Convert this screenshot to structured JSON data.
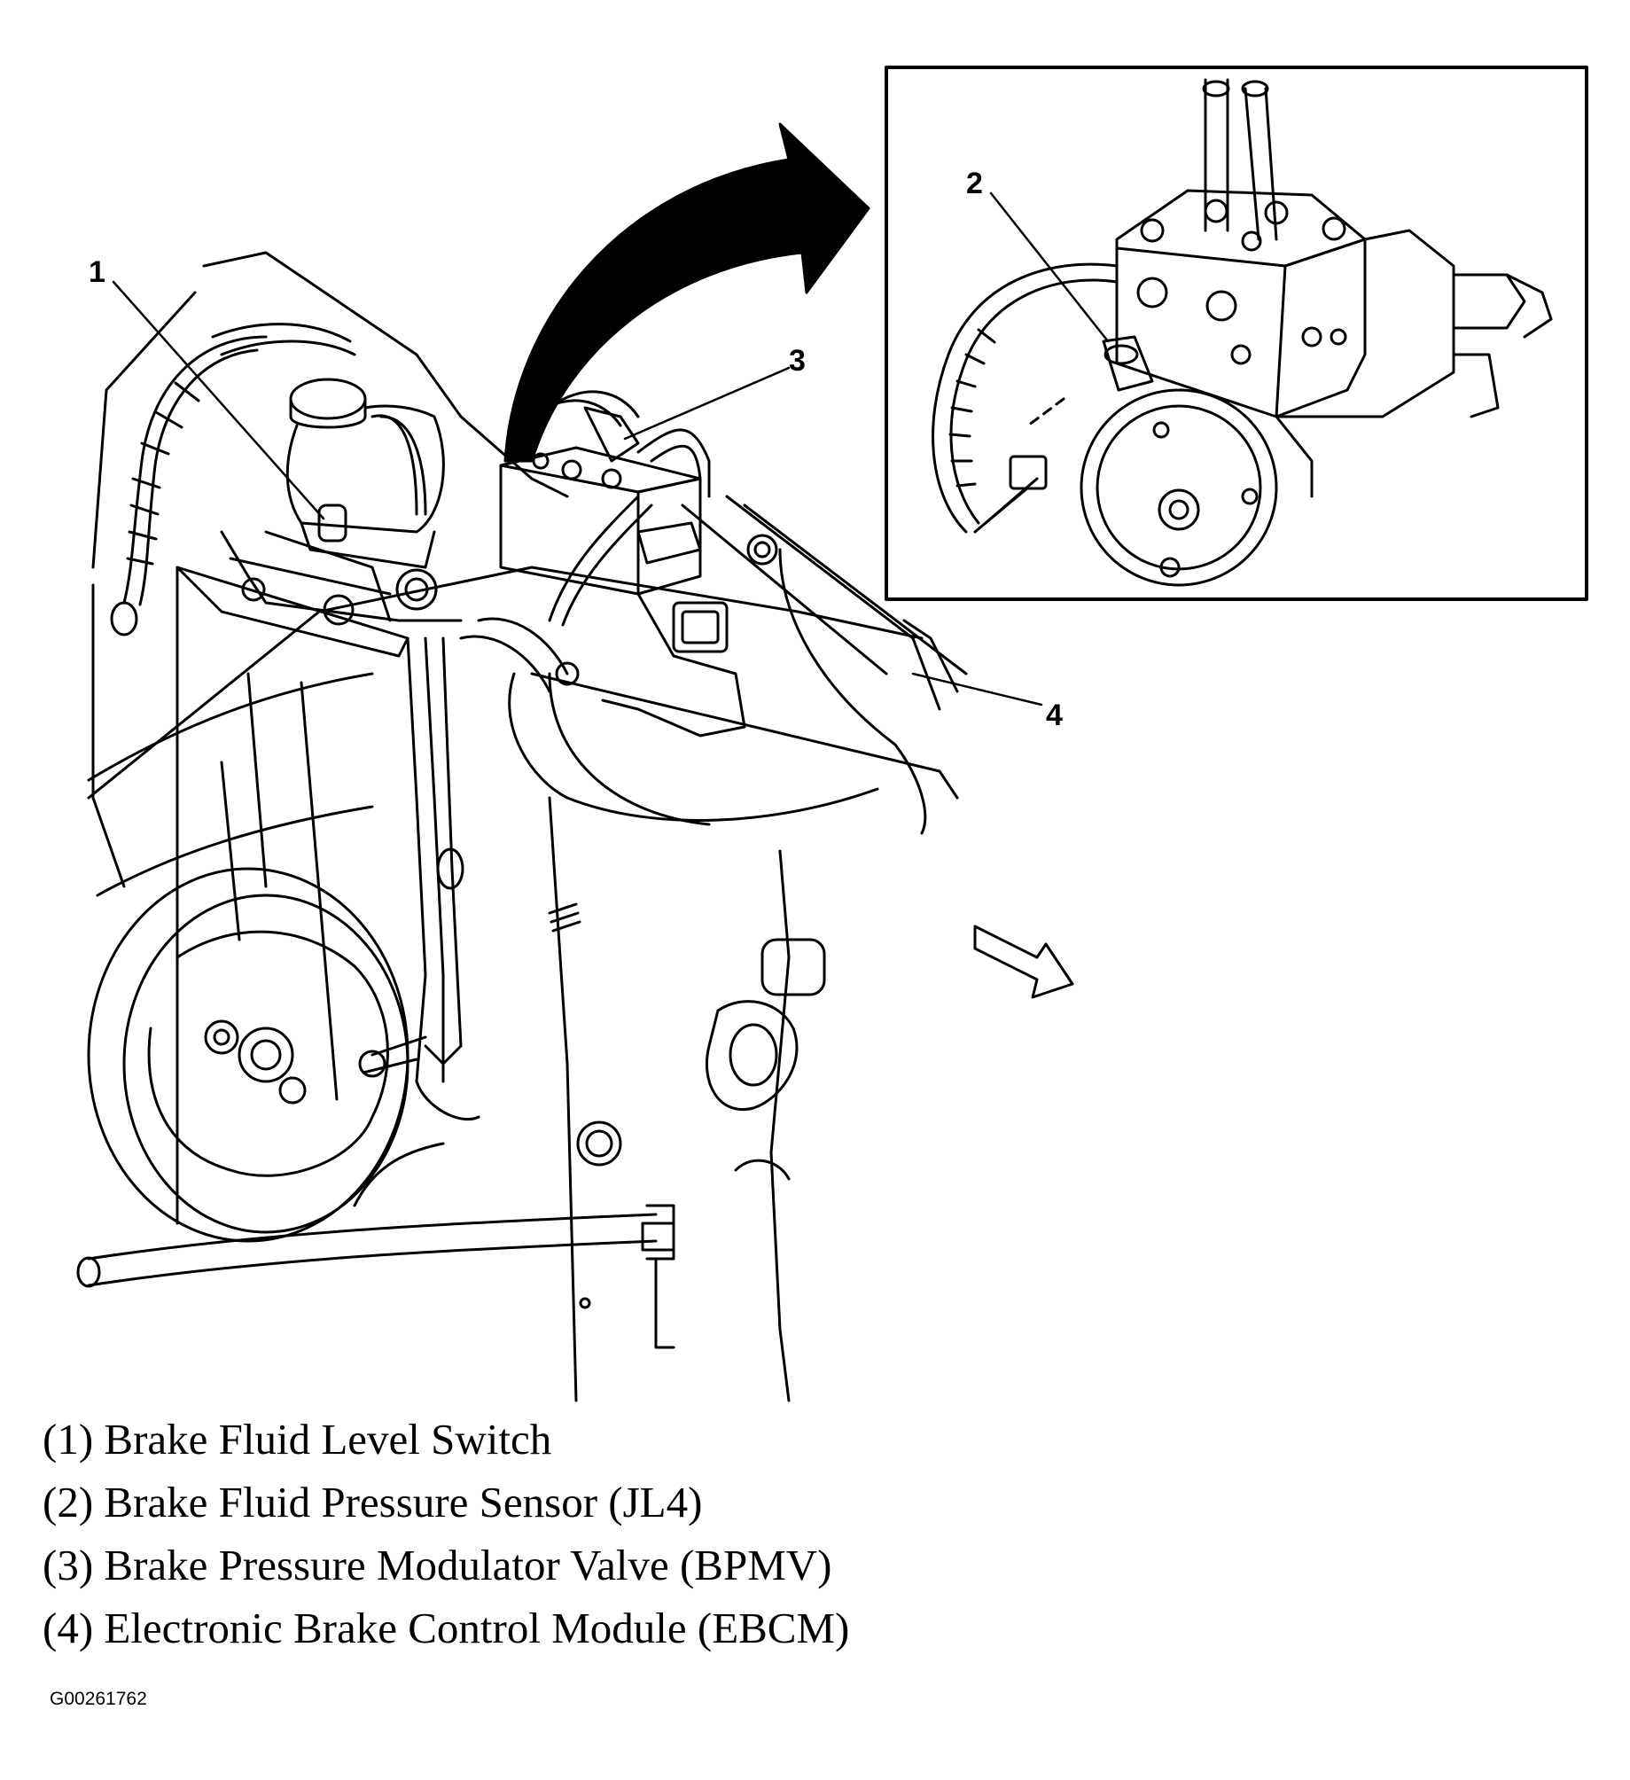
{
  "callouts": [
    "1",
    "2",
    "3",
    "4"
  ],
  "legend": [
    "(1) Brake Fluid Level Switch",
    "(2) Brake Fluid Pressure Sensor (JL4)",
    "(3) Brake Pressure Modulator Valve (BPMV)",
    "(4) Electronic Brake Control Module (EBCM)"
  ],
  "figure_id": "G00261762",
  "colors": {
    "ink": "#000000",
    "paper": "#ffffff"
  }
}
